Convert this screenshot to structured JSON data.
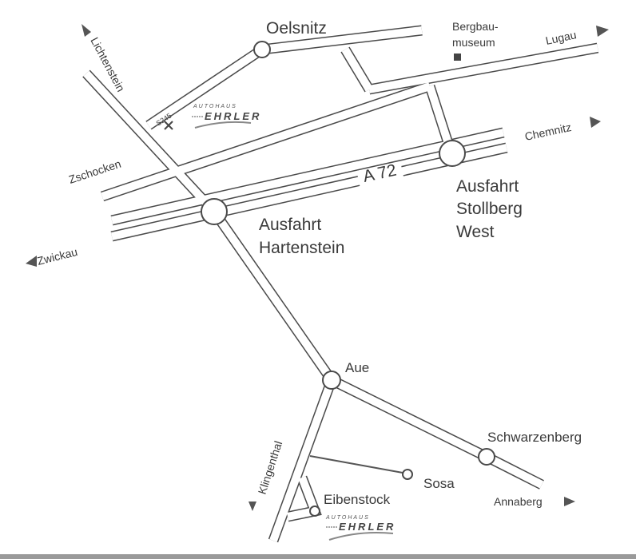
{
  "places": {
    "oelsnitz": "Oelsnitz",
    "bergbau_line1": "Bergbau-",
    "bergbau_line2": "museum",
    "lugau": "Lugau",
    "lichtenstein": "Lichtenstein",
    "chemnitz": "Chemnitz",
    "zschocken": "Zschocken",
    "zwickau": "Zwickau",
    "a72": "A 72",
    "stollberg_line1": "Ausfahrt",
    "stollberg_line2": "Stollberg",
    "stollberg_line3": "West",
    "hartenstein_line1": "Ausfahrt",
    "hartenstein_line2": "Hartenstein",
    "aue": "Aue",
    "klingenthal": "Klingenthal",
    "schwarzenberg": "Schwarzenberg",
    "sosa": "Sosa",
    "eibenstock": "Eibenstock",
    "annaberg": "Annaberg",
    "s245": "S245"
  },
  "logos": [
    {
      "line1": "AUTOHAUS",
      "line2": "EHRLER"
    },
    {
      "line1": "AUTOHAUS",
      "line2": "EHRLER"
    }
  ],
  "markers": {
    "dealer_marker": "cross-icon",
    "museum_marker": "square-icon",
    "direction": "triangle-arrow-icon"
  },
  "colors": {
    "road_outline": "#4a4a4a",
    "text": "#3a3a3a"
  }
}
